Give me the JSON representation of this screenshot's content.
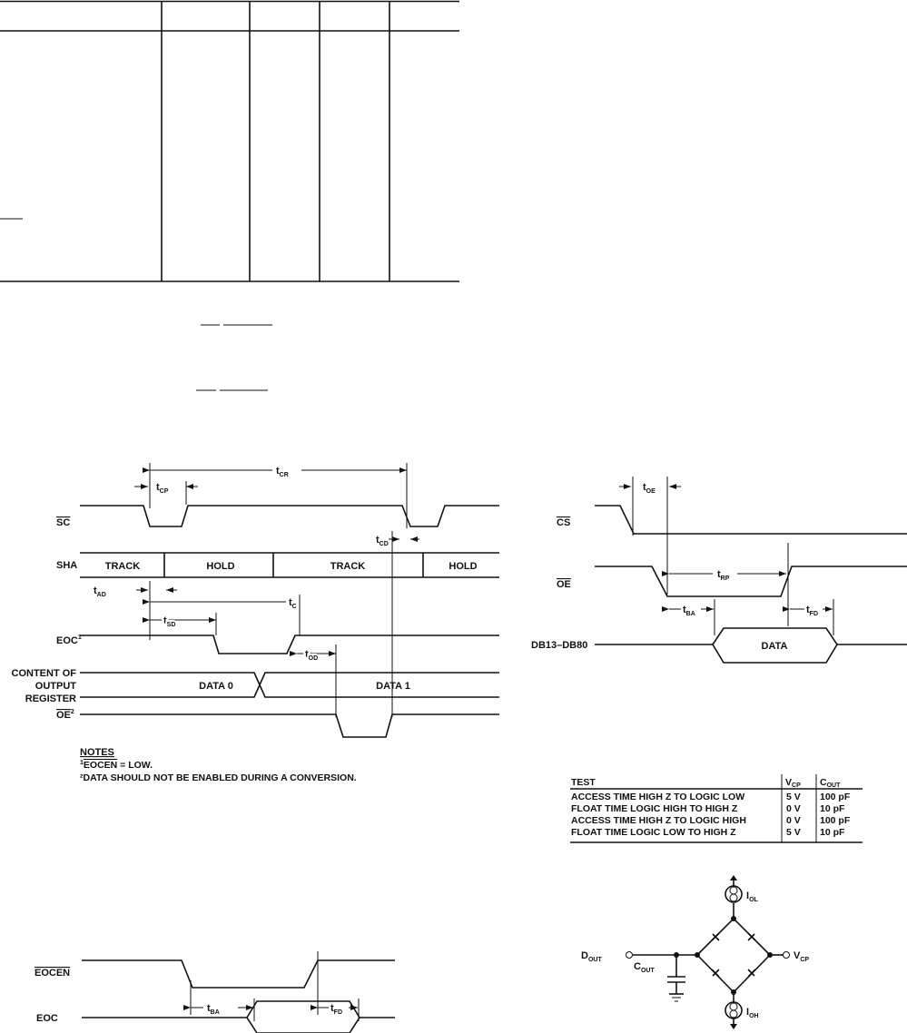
{
  "timing_diagram": {
    "signals": {
      "sc": "SC",
      "sha": "SHA",
      "eoc": "EOC",
      "eoc_note": "1",
      "content_l1": "CONTENT OF",
      "content_l2": "OUTPUT",
      "content_l3": "REGISTER",
      "oe": "OE",
      "oe_note": "2"
    },
    "sha_states": [
      "TRACK",
      "HOLD",
      "TRACK",
      "HOLD"
    ],
    "register_data": [
      "DATA 0",
      "DATA 1"
    ],
    "params": {
      "tcr": [
        "t",
        "CR"
      ],
      "tcp": [
        "t",
        "CP"
      ],
      "tcd": [
        "t",
        "CD"
      ],
      "tad": [
        "t",
        "AD"
      ],
      "tc": [
        "t",
        "C"
      ],
      "tsd": [
        "t",
        "SD"
      ],
      "tod": [
        "t",
        "OD"
      ]
    },
    "notes_title": "NOTES",
    "note1_num": "1",
    "note1_signal": "EOCEN",
    "note1_rest": " = LOW.",
    "note2": "²DATA SHOULD NOT BE ENABLED DURING A CONVERSION."
  },
  "read_timing": {
    "signals": {
      "cs": "CS",
      "oe": "OE",
      "db": "DB13–DB80"
    },
    "data_label": "DATA",
    "params": {
      "toe": [
        "t",
        "OE"
      ],
      "trp": [
        "t",
        "RP"
      ],
      "tba": [
        "t",
        "BA"
      ],
      "tfd": [
        "t",
        "FD"
      ]
    }
  },
  "eocen_timing": {
    "signals": {
      "eocen": "EOCEN",
      "eoc": "EOC"
    },
    "params": {
      "tba": [
        "t",
        "BA"
      ],
      "tfd": [
        "t",
        "FD"
      ]
    }
  },
  "test_table": {
    "headers": {
      "test": "TEST",
      "vcp": [
        "V",
        "CP"
      ],
      "cout": [
        "C",
        "OUT"
      ]
    },
    "rows": [
      {
        "test": "ACCESS TIME HIGH Z TO LOGIC LOW",
        "vcp": "5  V",
        "cout": "100  pF"
      },
      {
        "test": "FLOAT TIME LOGIC HIGH TO HIGH Z",
        "vcp": "0  V",
        "cout": "10  pF"
      },
      {
        "test": "ACCESS TIME HIGH Z TO LOGIC HIGH",
        "vcp": "0  V",
        "cout": "100  pF"
      },
      {
        "test": "FLOAT TIME LOGIC LOW TO HIGH Z",
        "vcp": "5  V",
        "cout": "10  pF"
      }
    ]
  },
  "circuit": {
    "dout": [
      "D",
      "OUT"
    ],
    "cout": [
      "C",
      "OUT"
    ],
    "vcp": [
      "V",
      "CP"
    ],
    "iol": [
      "I",
      "OL"
    ],
    "ioh": [
      "I",
      "OH"
    ]
  }
}
